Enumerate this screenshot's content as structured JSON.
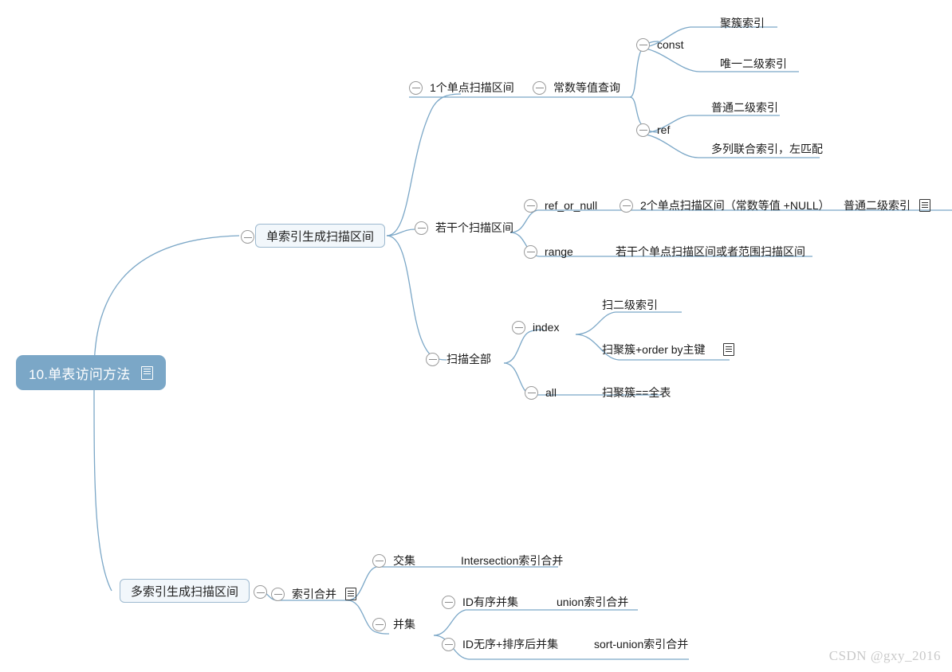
{
  "meta": {
    "watermark": "CSDN @gxy_2016",
    "colors": {
      "root_fill": "#7ba7c7",
      "root_text": "#ffffff",
      "branch_fill": "#f2f7fb",
      "branch_border": "#9db9cf",
      "edge_line": "#7ba7c7",
      "text": "#1a1a1a",
      "toggle_border": "#9a9a9a",
      "watermark": "#c9c9c9",
      "background": "#ffffff"
    }
  },
  "root": {
    "label": "10.单表访问方法",
    "has_note": true
  },
  "nodes": {
    "single_index": {
      "label": "单索引生成扫描区间"
    },
    "multi_index": {
      "label": "多索引生成扫描区间"
    },
    "one_point_range": {
      "label": "1个单点扫描区间"
    },
    "const_equal_query": {
      "label": "常数等值查询"
    },
    "const": {
      "label": "const"
    },
    "clustered_index": {
      "label": "聚簇索引"
    },
    "unique_secondary_index": {
      "label": "唯一二级索引"
    },
    "ref": {
      "label": "ref"
    },
    "normal_secondary_index": {
      "label": "普通二级索引"
    },
    "multi_column_joint_index": {
      "label": "多列联合索引，左匹配"
    },
    "several_ranges": {
      "label": "若干个扫描区间"
    },
    "ref_or_null": {
      "label": "ref_or_null"
    },
    "two_point_ranges": {
      "label": "2个单点扫描区间（常数等值 +NULL）"
    },
    "normal_secondary_index_2": {
      "label": "普通二级索引",
      "has_note": true
    },
    "range": {
      "label": "range"
    },
    "range_desc": {
      "label": "若干个单点扫描区间或者范围扫描区间"
    },
    "scan_all": {
      "label": "扫描全部"
    },
    "index": {
      "label": "index"
    },
    "scan_secondary_index": {
      "label": "扫二级索引"
    },
    "scan_clustered_orderby": {
      "label": "扫聚簇+order by主键",
      "has_note": true
    },
    "all": {
      "label": "all"
    },
    "scan_clustered_full": {
      "label": "扫聚簇==全表"
    },
    "index_merge": {
      "label": "索引合并",
      "has_note": true
    },
    "intersection": {
      "label": "交集"
    },
    "intersection_merge": {
      "label": "Intersection索引合并"
    },
    "union": {
      "label": "并集"
    },
    "id_ordered_union": {
      "label": "ID有序并集"
    },
    "union_merge": {
      "label": "union索引合并"
    },
    "id_unordered_union": {
      "label": "ID无序+排序后并集"
    },
    "sort_union_merge": {
      "label": "sort-union索引合并"
    }
  }
}
